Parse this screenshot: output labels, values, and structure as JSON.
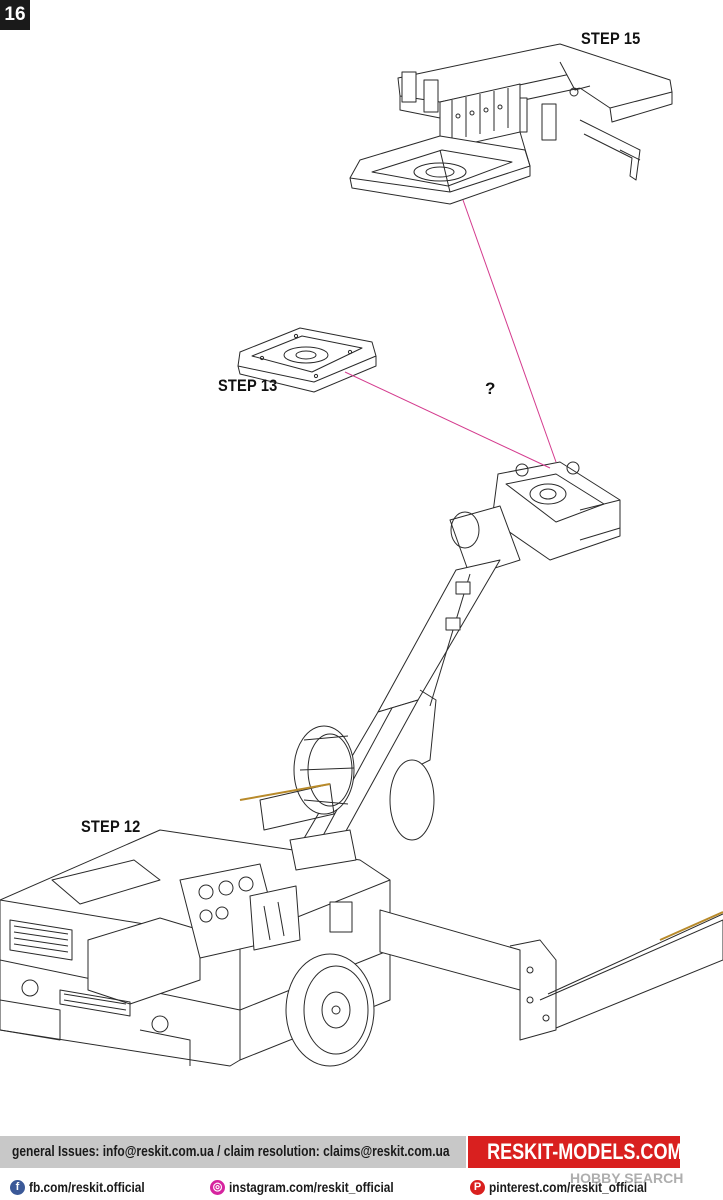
{
  "page_number": "16",
  "steps": {
    "step15": "STEP 15",
    "step13": "STEP 13",
    "step12": "STEP 12"
  },
  "question_mark": "?",
  "colors": {
    "guide_line": "#d43b8e",
    "brand_red": "#d9201f",
    "footer_gray": "#c8c8c8",
    "page_badge": "#1a1a1a"
  },
  "footer": {
    "contact": "general Issues: info@reskit.com.ua / claim resolution: claims@reskit.com.ua",
    "brand": "RESKIT-MODELS.COM",
    "facebook": "fb.com/reskit.official",
    "instagram": "instagram.com/reskit_official",
    "pinterest": "pinterest.com/reskit_official"
  },
  "watermark": "HOBBY SEARCH",
  "icons": {
    "facebook": "facebook-icon",
    "instagram": "instagram-icon",
    "pinterest": "pinterest-icon"
  }
}
